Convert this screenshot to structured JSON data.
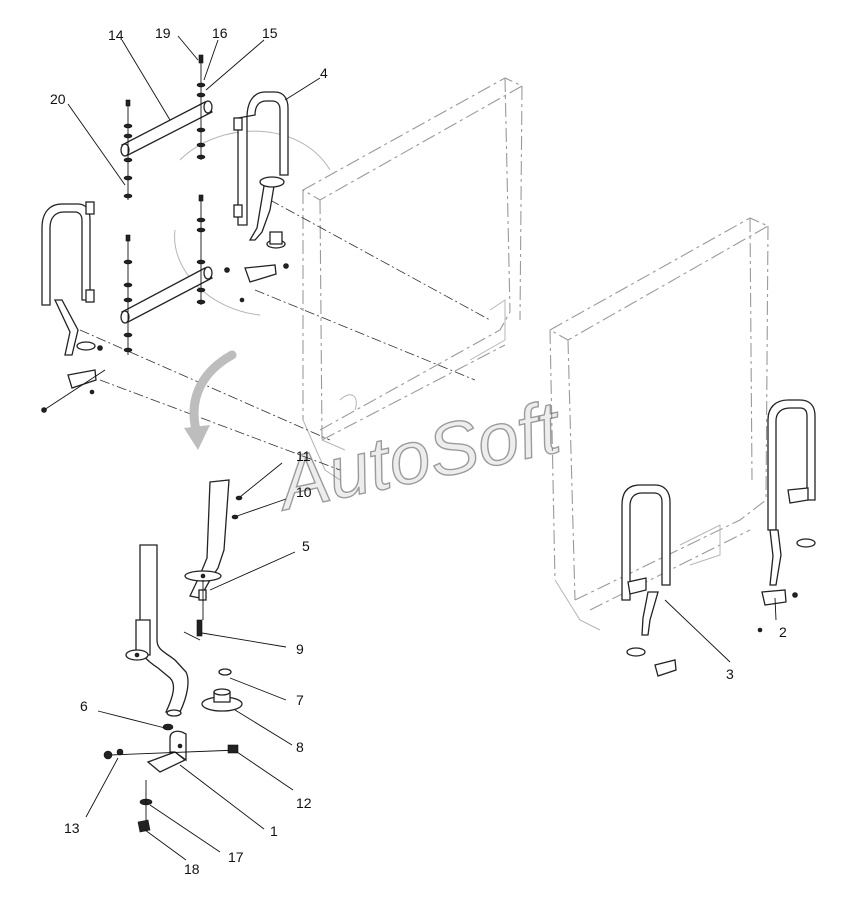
{
  "watermark": "AutoSoft",
  "callouts": {
    "c1": "1",
    "c2": "2",
    "c3": "3",
    "c4": "4",
    "c5": "5",
    "c6": "6",
    "c7": "7",
    "c8": "8",
    "c9": "9",
    "c10": "10",
    "c11": "11",
    "c12": "12",
    "c13": "13",
    "c14": "14",
    "c15": "15",
    "c16": "16",
    "c17": "17",
    "c18": "18",
    "c19": "19",
    "c20": "20"
  }
}
